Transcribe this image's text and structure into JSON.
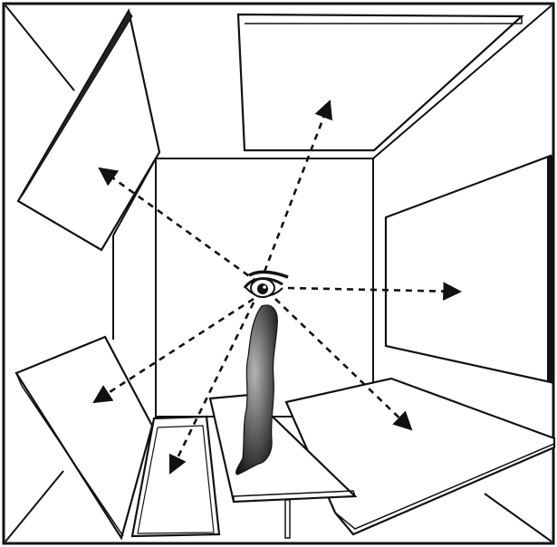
{
  "diagram": {
    "elements": [
      "room-outline",
      "floating-panels",
      "eye",
      "gaze-arrows",
      "observer-silhouette",
      "table"
    ]
  },
  "colors": {
    "ink": "#111111",
    "background": "#ffffff",
    "panel_fill": "#ffffff",
    "silhouette_dark": "#1a1a1a",
    "silhouette_light": "#9a9a9a"
  },
  "icons": {
    "eye": "eye-icon"
  }
}
